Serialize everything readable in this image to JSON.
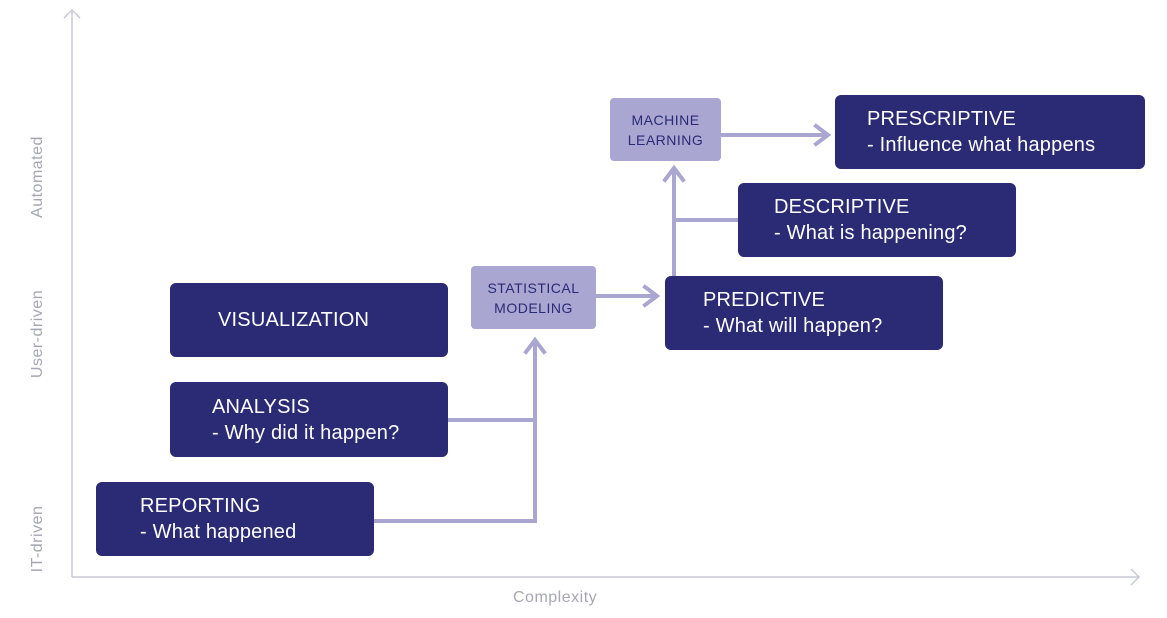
{
  "axes": {
    "x_label": "Complexity",
    "y_levels": [
      "IT-driven",
      "User-driven",
      "Automated"
    ]
  },
  "nodes": {
    "reporting": {
      "title": "REPORTING",
      "subtitle": "- What happened"
    },
    "analysis": {
      "title": "ANALYSIS",
      "subtitle": "- Why did it happen?"
    },
    "visualization": {
      "title": "VISUALIZATION"
    },
    "statistical_modeling": {
      "line1": "STATISTICAL",
      "line2": "MODELING"
    },
    "predictive": {
      "title": "PREDICTIVE",
      "subtitle": "- What will happen?"
    },
    "descriptive": {
      "title": "DESCRIPTIVE",
      "subtitle": "- What is happening?"
    },
    "machine_learning": {
      "line1": "MACHINE",
      "line2": "LEARNING"
    },
    "prescriptive": {
      "title": "PRESCRIPTIVE",
      "subtitle": "- Influence what happens"
    }
  },
  "colors": {
    "dark_box": "#2b2a75",
    "light_box": "#a9a6d2",
    "connector": "#a9a6d2",
    "axis": "#c9c9d4",
    "axis_text": "#a7a7b3"
  }
}
